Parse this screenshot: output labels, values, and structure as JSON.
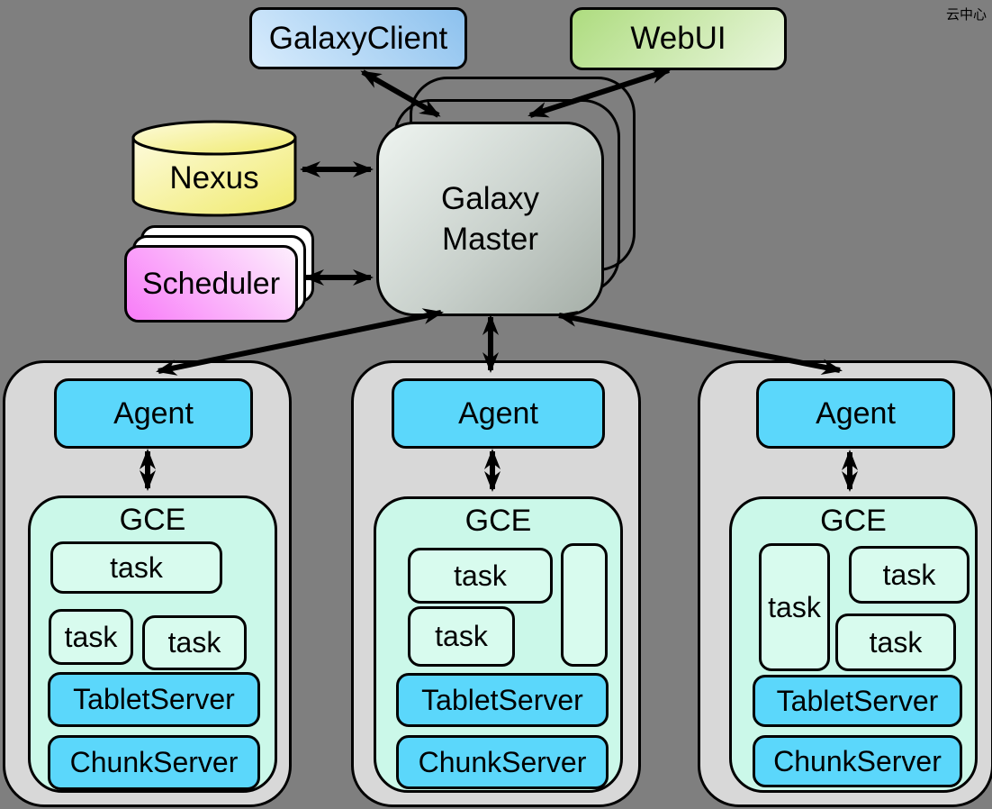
{
  "watermark": "云中心",
  "top_nodes": {
    "galaxy_client": "GalaxyClient",
    "webui": "WebUI"
  },
  "left_nodes": {
    "nexus": "Nexus",
    "scheduler": "Scheduler"
  },
  "master": {
    "line1": "Galaxy",
    "line2": "Master"
  },
  "node_groups": [
    {
      "agent": "Agent",
      "gce": "GCE",
      "tasks": [
        "task",
        "task",
        "task"
      ],
      "tablet_server": "TabletServer",
      "chunk_server": "ChunkServer"
    },
    {
      "agent": "Agent",
      "gce": "GCE",
      "tasks": [
        "task",
        "task"
      ],
      "has_empty_slot": true,
      "tablet_server": "TabletServer",
      "chunk_server": "ChunkServer"
    },
    {
      "agent": "Agent",
      "gce": "GCE",
      "tasks": [
        "task",
        "task",
        "task"
      ],
      "tablet_server": "TabletServer",
      "chunk_server": "ChunkServer"
    }
  ],
  "colors": {
    "background": "#7f7f7f",
    "node_group_fill": "#d8d8d8",
    "agent_fill": "#5bd7fb",
    "server_fill": "#5bd7fb",
    "gce_fill": "#cbf8e9",
    "task_fill": "#d8fbee",
    "client_gradient_start": "#8cc1ee",
    "client_gradient_end": "#d9ecfc",
    "webui_gradient_start": "#aedc7f",
    "webui_gradient_end": "#e9f6dd",
    "nexus_gradient_start": "#fdfbdc",
    "nexus_gradient_end": "#f0ea6c",
    "scheduler_gradient_start": "#f87cf8",
    "scheduler_gradient_end": "#fdeffd",
    "master_gradient_start": "#eef4f0",
    "master_gradient_end": "#a6afa8",
    "outline": "#000000",
    "arrow": "#000000"
  }
}
